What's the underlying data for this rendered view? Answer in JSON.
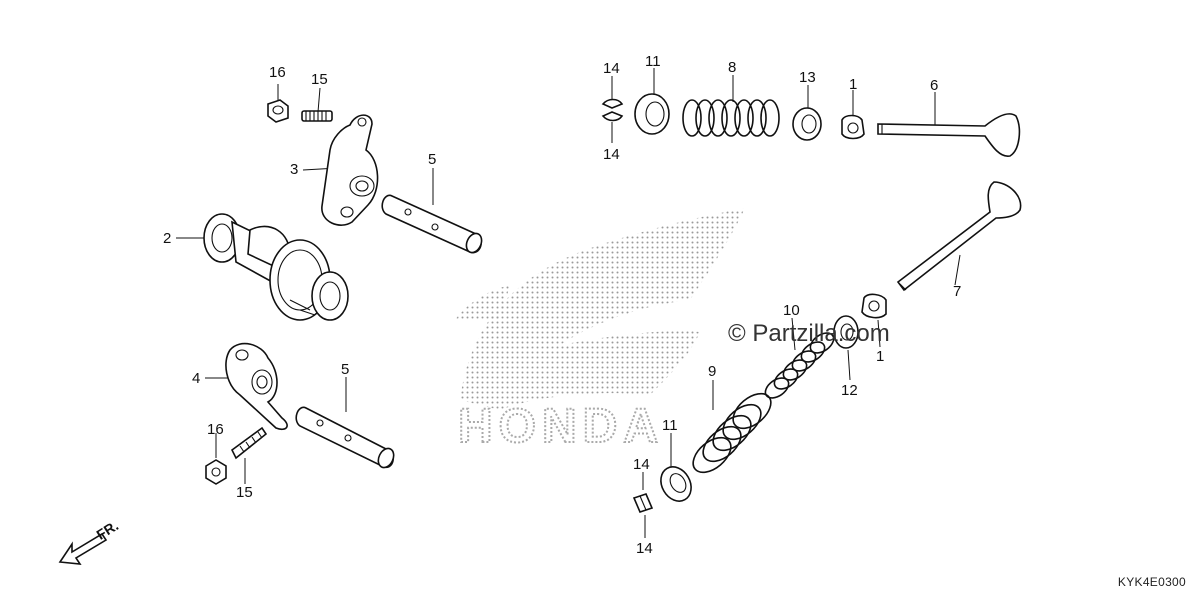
{
  "callouts": [
    {
      "id": "c16a",
      "text": "16"
    },
    {
      "id": "c15a",
      "text": "15"
    },
    {
      "id": "c3",
      "text": "3"
    },
    {
      "id": "c5a",
      "text": "5"
    },
    {
      "id": "c2",
      "text": "2"
    },
    {
      "id": "c4",
      "text": "4"
    },
    {
      "id": "c5b",
      "text": "5"
    },
    {
      "id": "c16b",
      "text": "16"
    },
    {
      "id": "c15b",
      "text": "15"
    },
    {
      "id": "c14a",
      "text": "14"
    },
    {
      "id": "c11a",
      "text": "11"
    },
    {
      "id": "c8",
      "text": "8"
    },
    {
      "id": "c13",
      "text": "13"
    },
    {
      "id": "c1a",
      "text": "1"
    },
    {
      "id": "c6",
      "text": "6"
    },
    {
      "id": "c14b",
      "text": "14"
    },
    {
      "id": "c7",
      "text": "7"
    },
    {
      "id": "c10",
      "text": "10"
    },
    {
      "id": "c1b",
      "text": "1"
    },
    {
      "id": "c12",
      "text": "12"
    },
    {
      "id": "c9",
      "text": "9"
    },
    {
      "id": "c11b",
      "text": "11"
    },
    {
      "id": "c14c",
      "text": "14"
    },
    {
      "id": "c14d",
      "text": "14"
    }
  ],
  "watermark": "© Partzilla.com",
  "diagram_code": "KYK4E0300",
  "front_marker": "FR.",
  "background_logo": "HONDA",
  "icons": [
    "honda-wing-watermark-icon",
    "front-direction-arrow-icon"
  ]
}
